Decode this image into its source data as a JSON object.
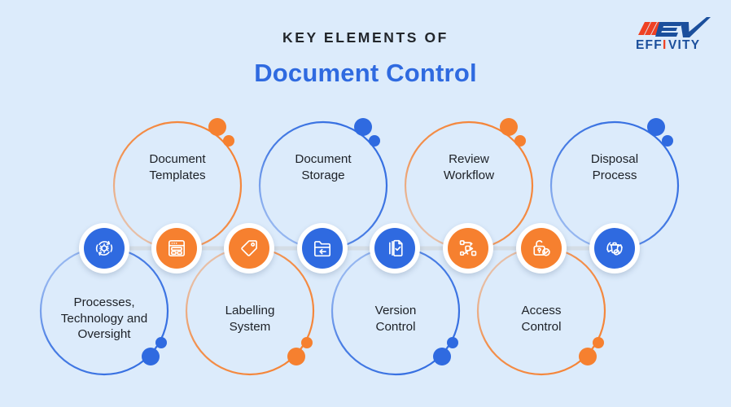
{
  "page": {
    "background_color": "#dcebfb",
    "accent_blue": "#2f6ae0",
    "accent_orange": "#f6802f",
    "text_color": "#1d2127"
  },
  "header": {
    "kicker": "KEY ELEMENTS OF",
    "title": "Document Control"
  },
  "logo": {
    "mark": "ev-monogram",
    "wordmark": "EFFIVITY",
    "mark_blue": "#1b4f9c",
    "mark_orange": "#ef4123"
  },
  "connector": {
    "line_color": "#d4dde6"
  },
  "elements": [
    {
      "id": "processes-technology-oversight",
      "label_lines": [
        "Processes,",
        "Technology and",
        "Oversight"
      ],
      "icon": "gear-refresh-icon",
      "icon_color": "#2f6ae0",
      "ring_color": "#2f6ae0",
      "ring_position": "bottom"
    },
    {
      "id": "document-templates",
      "label_lines": [
        "Document",
        "Templates"
      ],
      "icon": "template-layout-icon",
      "icon_color": "#f6802f",
      "ring_color": "#f6802f",
      "ring_position": "top"
    },
    {
      "id": "labelling-system",
      "label_lines": [
        "Labelling",
        "System"
      ],
      "icon": "tag-icon",
      "icon_color": "#f6802f",
      "ring_color": "#f6802f",
      "ring_position": "bottom"
    },
    {
      "id": "document-storage",
      "label_lines": [
        "Document",
        "Storage"
      ],
      "icon": "folder-arrow-icon",
      "icon_color": "#2f6ae0",
      "ring_color": "#2f6ae0",
      "ring_position": "top"
    },
    {
      "id": "version-control",
      "label_lines": [
        "Version",
        "Control"
      ],
      "icon": "documents-check-icon",
      "icon_color": "#2f6ae0",
      "ring_color": "#2f6ae0",
      "ring_position": "bottom"
    },
    {
      "id": "review-workflow",
      "label_lines": [
        "Review",
        "Workflow"
      ],
      "icon": "workflow-diagram-icon",
      "icon_color": "#f6802f",
      "ring_color": "#f6802f",
      "ring_position": "top"
    },
    {
      "id": "access-control",
      "label_lines": [
        "Access",
        "Control"
      ],
      "icon": "unlocked-padlock-check-icon",
      "icon_color": "#f6802f",
      "ring_color": "#f6802f",
      "ring_position": "bottom"
    },
    {
      "id": "disposal-process",
      "label_lines": [
        "Disposal",
        "Process"
      ],
      "icon": "recycle-bin-icon",
      "icon_color": "#2f6ae0",
      "ring_color": "#2f6ae0",
      "ring_position": "top"
    }
  ]
}
